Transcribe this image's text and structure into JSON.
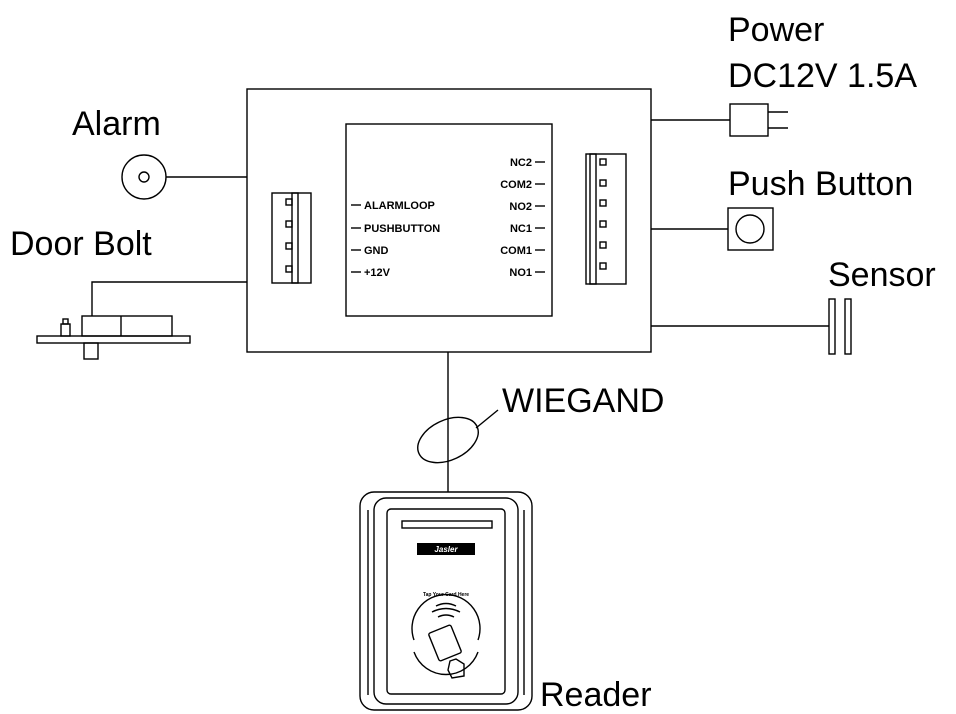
{
  "labels": {
    "power_line1": "Power",
    "power_line2": "DC12V 1.5A",
    "alarm": "Alarm",
    "door_bolt": "Door Bolt",
    "push_button": "Push Button",
    "sensor": "Sensor",
    "wiegand": "WIEGAND",
    "reader": "Reader"
  },
  "left_terminals": [
    "ALARMLOOP",
    "PUSHBUTTON",
    "GND",
    "+12V"
  ],
  "right_terminals": [
    "NC2",
    "COM2",
    "NO2",
    "NC1",
    "COM1",
    "NO1"
  ],
  "reader_device": {
    "brand": "Jasler",
    "tap_text": "Tap Your Card Here"
  }
}
